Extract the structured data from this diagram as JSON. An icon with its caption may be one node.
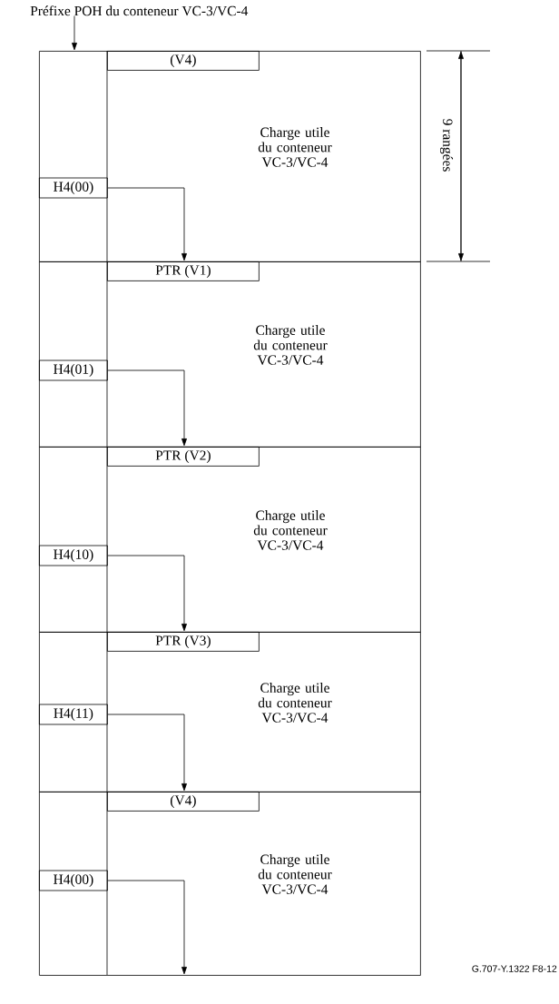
{
  "diagram": {
    "nodes": [
      {
        "text": [
          "Préfixe POH du conteneur VC-3/VC-4"
        ]
      },
      {
        "text": [
          "Charge utile du conteneur VC-3/VC-4"
        ]
      },
      {
        "text": [
          "(V4)"
        ],
        "in": 1
      },
      {
        "text": [
          "H4(00)"
        ],
        "in": 1
      },
      {
        "text": [
          "Charge utile du conteneur VC-3/VC-4"
        ]
      },
      {
        "text": [
          "PTR (V1)"
        ],
        "in": 4
      },
      {
        "text": [
          "H4(01)"
        ],
        "in": 4
      },
      {
        "text": [
          "Charge utile du conteneur VC-3/VC-4"
        ]
      },
      {
        "text": [
          "PTR  (V2)"
        ],
        "in": 7
      },
      {
        "text": [
          "H4(10)"
        ],
        "in": 7
      },
      {
        "text": [
          "Charge utile du conteneur VC-3/VC-4"
        ]
      },
      {
        "text": [
          "PTR (V3)"
        ],
        "in": 10
      },
      {
        "text": [
          "H4(11)"
        ],
        "in": 10
      },
      {
        "text": [
          "Charge utile du conteneur VC-3/VC-4"
        ]
      },
      {
        "text": [
          "(V4)"
        ],
        "in": 13
      },
      {
        "text": [
          "H4(00)"
        ],
        "in": 13
      }
    ],
    "edges": [
      {
        "from": 0,
        "to": 1,
        "arrow": "to"
      },
      {
        "from": 3,
        "to": 5,
        "arrow": "to"
      },
      {
        "from": 6,
        "to": 8,
        "arrow": "to"
      },
      {
        "from": 9,
        "to": 11,
        "arrow": "to"
      },
      {
        "from": 12,
        "to": 14,
        "arrow": "to"
      },
      {
        "from": 15,
        "to": null,
        "arrow": "to"
      }
    ],
    "labels": [
      "9 rangées",
      "G.707-Y.1322 F8-12"
    ]
  }
}
